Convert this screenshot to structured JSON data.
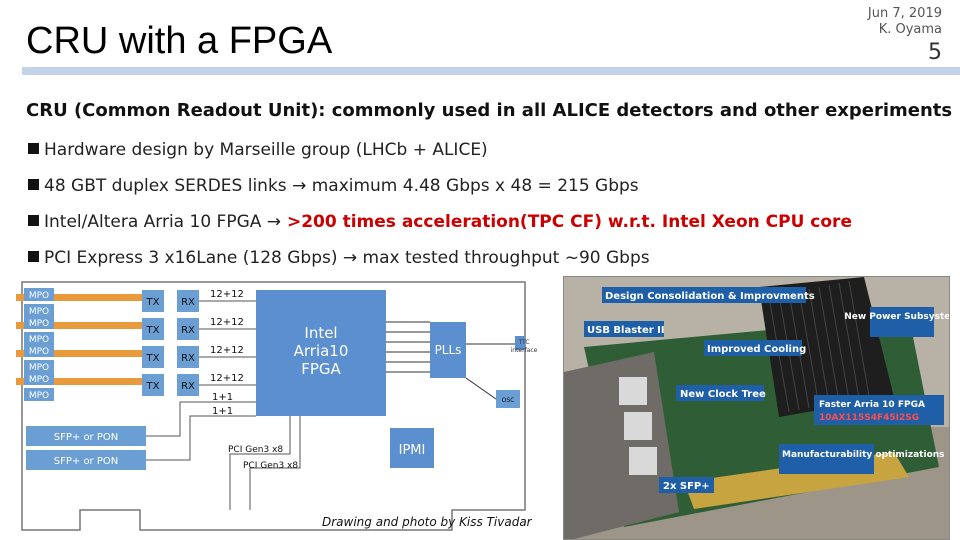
{
  "slide": {
    "title": "CRU with a FPGA",
    "date": "Jun 7, 2019",
    "author": "K. Oyama",
    "page": "5"
  },
  "heading": "CRU (Common Readout Unit): commonly used in all ALICE detectors and other experiments",
  "bullets": [
    {
      "text": "Hardware design by Marseille group (LHCb + ALICE)"
    },
    {
      "pre": "48 GBT duplex SERDES links ",
      "arrow": "→",
      "post": " maximum 4.48 Gbps x 48 = 215 Gbps"
    },
    {
      "pre": "Intel/Altera Arria 10 FPGA ",
      "arrow": "→",
      "highlight": " >200 times acceleration(TPC CF) w.r.t. Intel Xeon CPU core"
    },
    {
      "pre": "PCI Express 3 x16Lane (128 Gbps) ",
      "arrow": "→",
      "post": " max tested throughput ~90 Gbps"
    }
  ],
  "diagram": {
    "mpo": [
      "MPO",
      "MPO",
      "MPO",
      "MPO",
      "MPO",
      "MPO",
      "MPO",
      "MPO"
    ],
    "tx": "TX",
    "rx": "RX",
    "link_label": "12+12",
    "fpga": [
      "Intel",
      "Arria10",
      "FPGA"
    ],
    "plls": "PLLs",
    "ttc": [
      "TTC",
      "interface"
    ],
    "osc": "OSC",
    "one_plus_one": "1+1",
    "sfp_pon": "SFP+ or PON",
    "ipmi": "IPMI",
    "pci1": "PCI Gen3 x8",
    "pci2": "PCI Gen3 x8",
    "credit": "Drawing and photo by Kiss Tivadar"
  },
  "photo": {
    "labels": [
      "Design Consolidation & Improvments",
      "USB Blaster II",
      "New Power Subsystem",
      "Improved Cooling",
      "New Clock Tree",
      "Faster Arria 10 FPGA",
      "10AX115S4F45I2SG",
      "Manufacturability optimizations",
      "2x SFP+"
    ]
  },
  "colors": {
    "rule": "#c3d3ea",
    "highlight": "#cc0000",
    "box_blue": "#6b9fd4",
    "fpga_blue": "#5b8fcf",
    "mpo_orange": "#e89a3c"
  }
}
